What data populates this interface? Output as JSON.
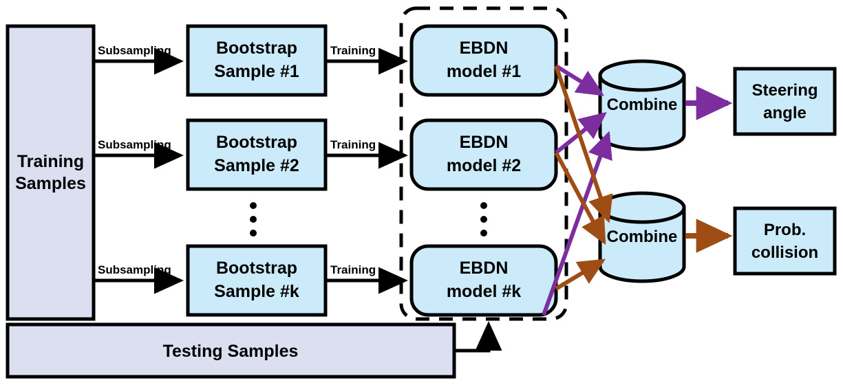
{
  "figure": {
    "kind": "flow-diagram",
    "title_text": null
  },
  "colors": {
    "lavender_fill": "#DCDFF0",
    "lightblue_fill": "#CCEBFA",
    "outline": "#000000",
    "purple_arrow": "#7D2E9E",
    "brown_arrow": "#9E4E14",
    "background": "#FFFFFF"
  },
  "nodes": {
    "training_samples": {
      "line1": "Training",
      "line2": "Samples"
    },
    "testing_samples": {
      "label": "Testing Samples"
    },
    "bootstrap": [
      {
        "line1": "Bootstrap",
        "line2": "Sample #1"
      },
      {
        "line1": "Bootstrap",
        "line2": "Sample #2"
      },
      {
        "line1": "Bootstrap",
        "line2": "Sample #k"
      }
    ],
    "ebdn": [
      {
        "line1": "EBDN",
        "line2": "model #1"
      },
      {
        "line1": "EBDN",
        "line2": "model #2"
      },
      {
        "line1": "EBDN",
        "line2": "model #k"
      }
    ],
    "combine_top": {
      "label": "Combine"
    },
    "combine_bottom": {
      "label": "Combine"
    },
    "output_top": {
      "line1": "Steering",
      "line2": "angle"
    },
    "output_bottom": {
      "line1": "Prob.",
      "line2": "collision"
    }
  },
  "edge_labels": {
    "subsampling": [
      "Subsampling",
      "Subsampling",
      "Subsampling"
    ],
    "training": [
      "Training",
      "Training",
      "Training"
    ]
  },
  "ellipsis": {
    "glyph": "·",
    "count_bootstrap_column": 3,
    "count_ebdn_column": 3
  }
}
